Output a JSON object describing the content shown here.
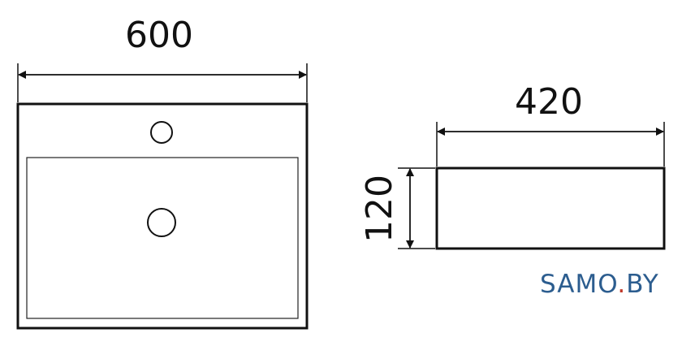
{
  "dimensions": {
    "width_top": "600",
    "width_side": "420",
    "height_side": "120"
  },
  "brand": {
    "text_a": "SAMO",
    "dot": ".",
    "text_b": "BY",
    "color": "#2c5d8f",
    "dot_color": "#c0392b"
  },
  "colors": {
    "line": "#111111",
    "background": "#ffffff"
  }
}
